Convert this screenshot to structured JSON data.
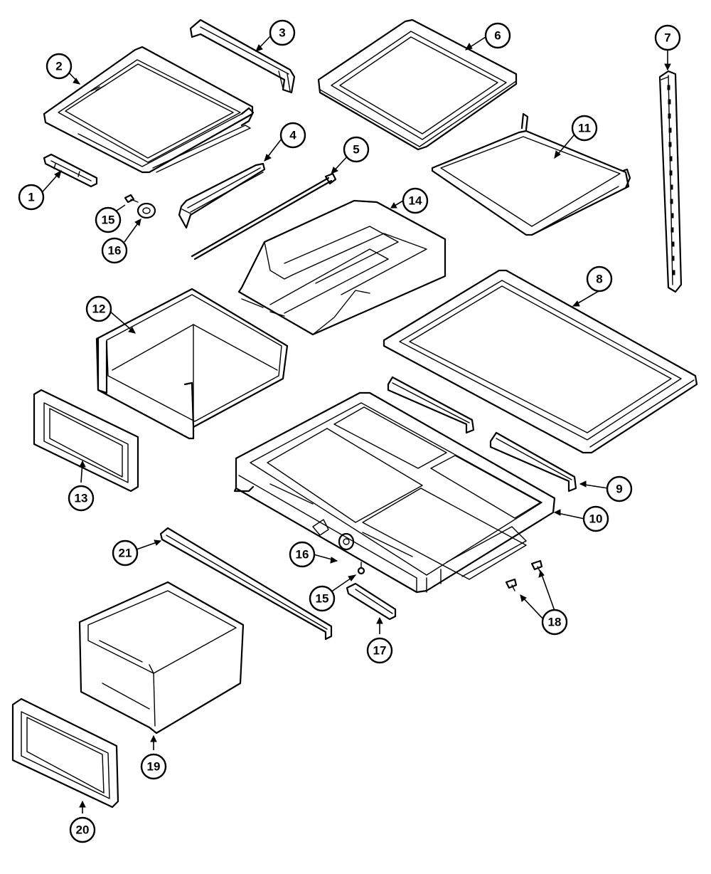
{
  "callouts": [
    {
      "id": "1",
      "label": "1"
    },
    {
      "id": "2",
      "label": "2"
    },
    {
      "id": "3",
      "label": "3"
    },
    {
      "id": "4",
      "label": "4"
    },
    {
      "id": "5",
      "label": "5"
    },
    {
      "id": "6",
      "label": "6"
    },
    {
      "id": "7",
      "label": "7"
    },
    {
      "id": "8",
      "label": "8"
    },
    {
      "id": "9",
      "label": "9"
    },
    {
      "id": "10",
      "label": "10"
    },
    {
      "id": "11",
      "label": "11"
    },
    {
      "id": "12",
      "label": "12"
    },
    {
      "id": "13",
      "label": "13"
    },
    {
      "id": "14",
      "label": "14"
    },
    {
      "id": "15a",
      "label": "15"
    },
    {
      "id": "16a",
      "label": "16"
    },
    {
      "id": "16b",
      "label": "16"
    },
    {
      "id": "15b",
      "label": "15"
    },
    {
      "id": "17",
      "label": "17"
    },
    {
      "id": "18",
      "label": "18"
    },
    {
      "id": "19",
      "label": "19"
    },
    {
      "id": "20",
      "label": "20"
    },
    {
      "id": "21",
      "label": "21"
    }
  ]
}
